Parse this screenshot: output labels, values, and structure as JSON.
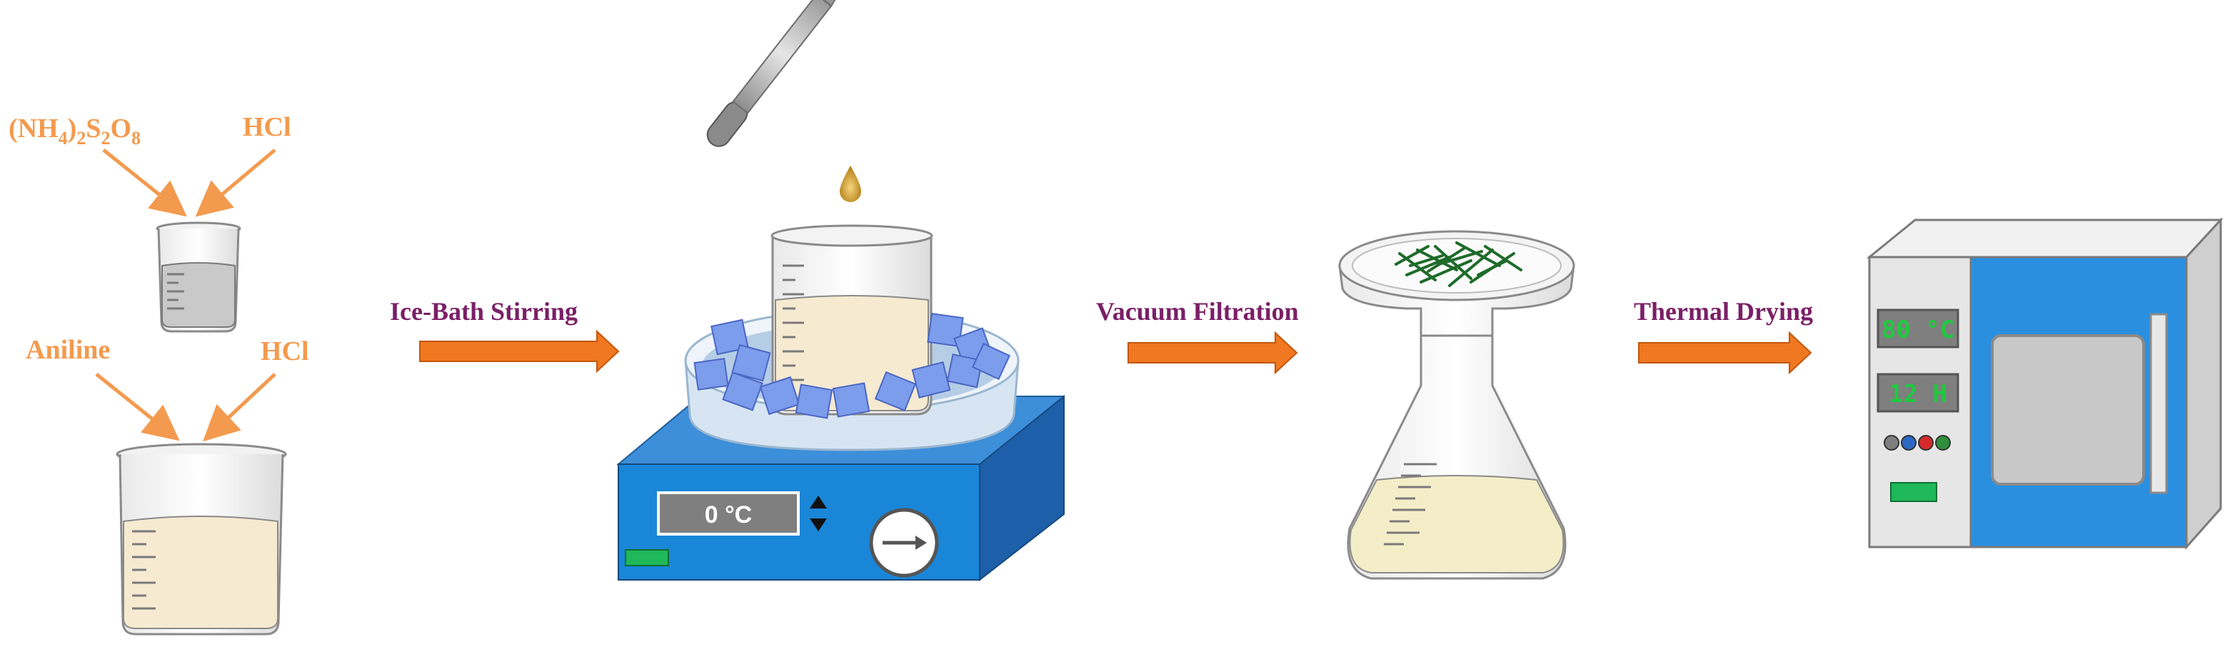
{
  "reagents": {
    "oxidant": {
      "base": "(NH",
      "sub1": "4",
      "mid": ")",
      "sub2": "2",
      "s": "S",
      "sub3": "2",
      "o": "O",
      "sub4": "8"
    },
    "hcl_top": "HCl",
    "aniline": "Aniline",
    "hcl_bottom": "HCl"
  },
  "steps": {
    "step1": "Ice-Bath Stirring",
    "step2": "Vacuum Filtration",
    "step3": "Thermal Drying"
  },
  "stirrer": {
    "display": "0 °C"
  },
  "oven": {
    "temp": "80 °C",
    "time": "12 H"
  },
  "colors": {
    "orange_label": "#f39a4e",
    "purple_label": "#7a1f66",
    "arrow_orange": "#f07820",
    "stirrer_blue": "#1a86d8",
    "oven_blue": "#2b8fe0",
    "solution": "#f6ead1",
    "ice": "#6d8fe8",
    "polymer": "#1f6b2a"
  }
}
